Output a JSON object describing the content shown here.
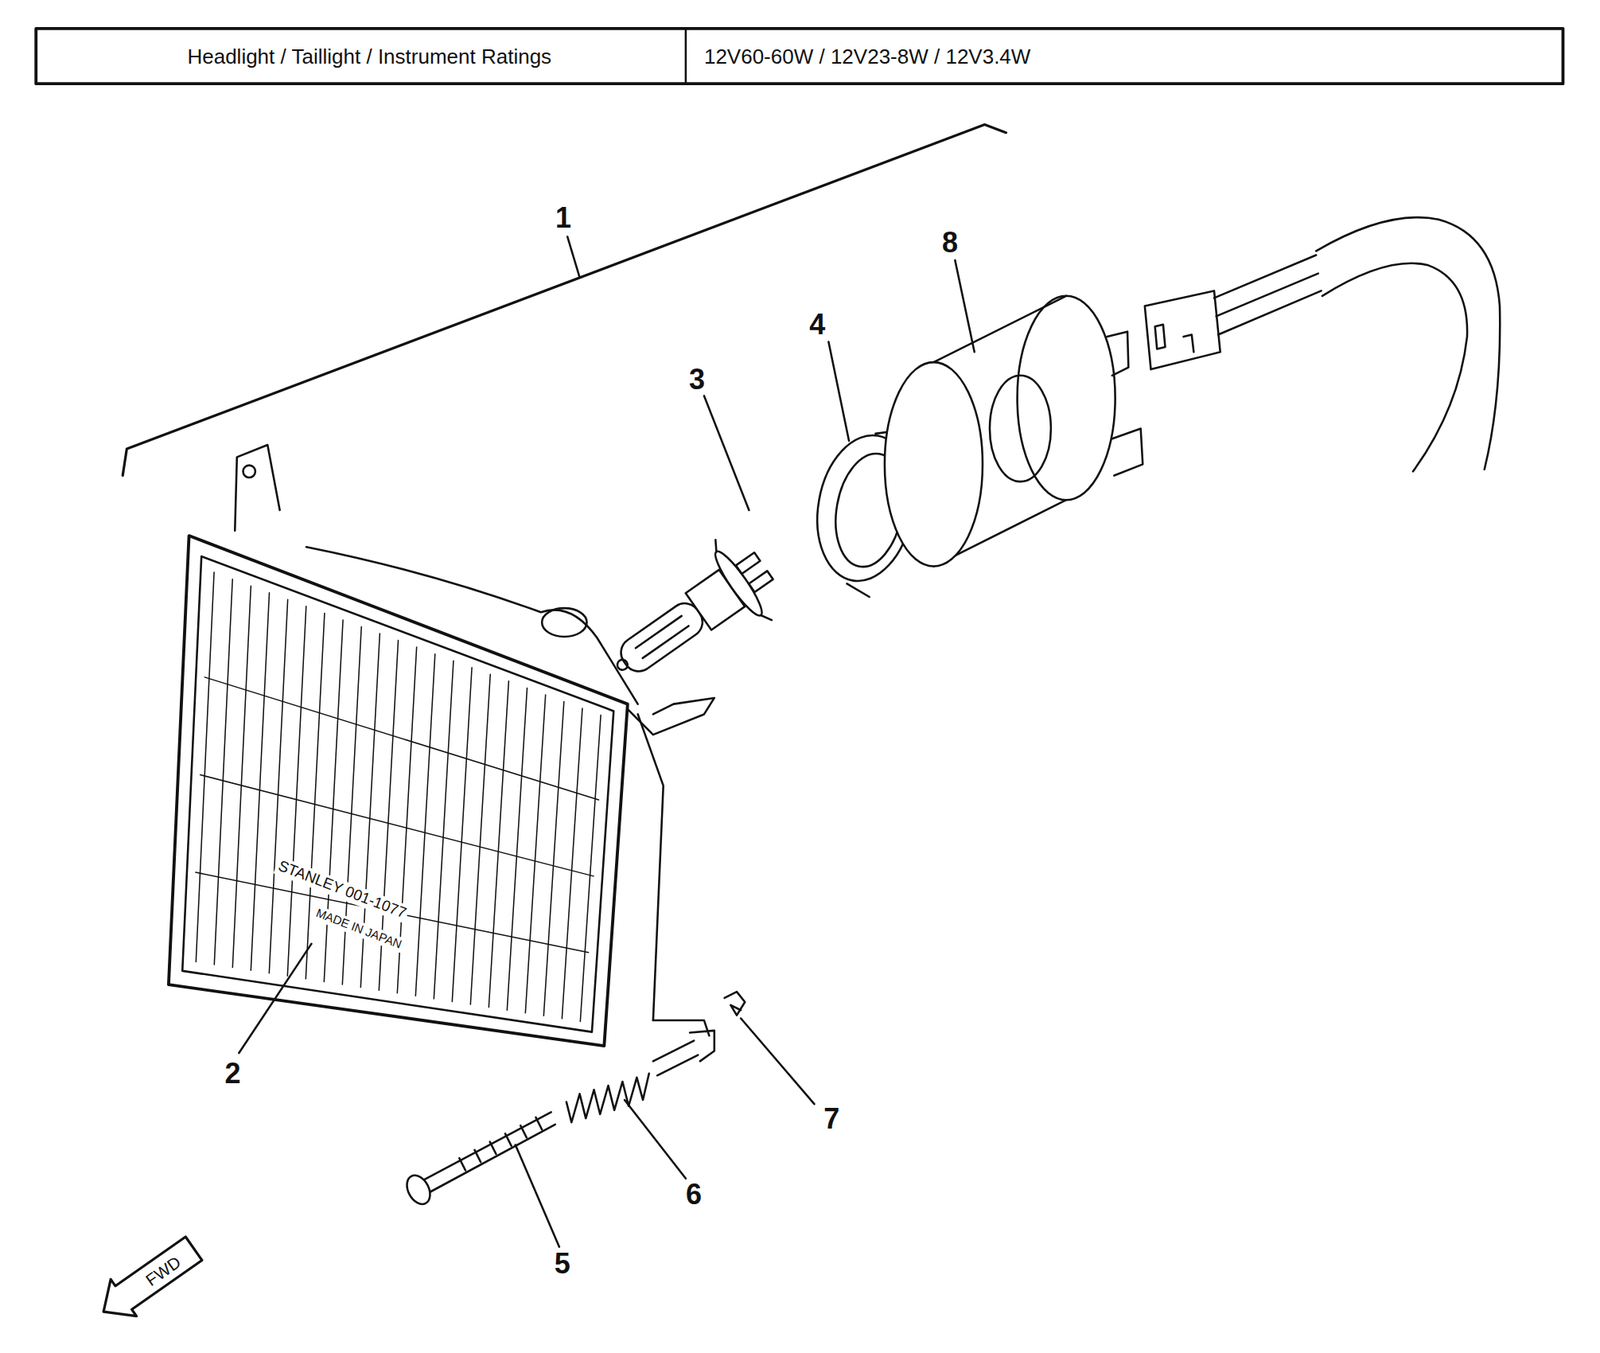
{
  "diagram": {
    "labels": [
      "Headlight / Taillight / Instrument Ratings",
      "12V60-60W / 12V23-8W / 12V3.4W",
      "1",
      "8",
      "4",
      "3",
      "2",
      "7",
      "6",
      "5",
      "STANLEY 001-1077",
      "MADE IN JAPAN",
      "FWD"
    ]
  }
}
